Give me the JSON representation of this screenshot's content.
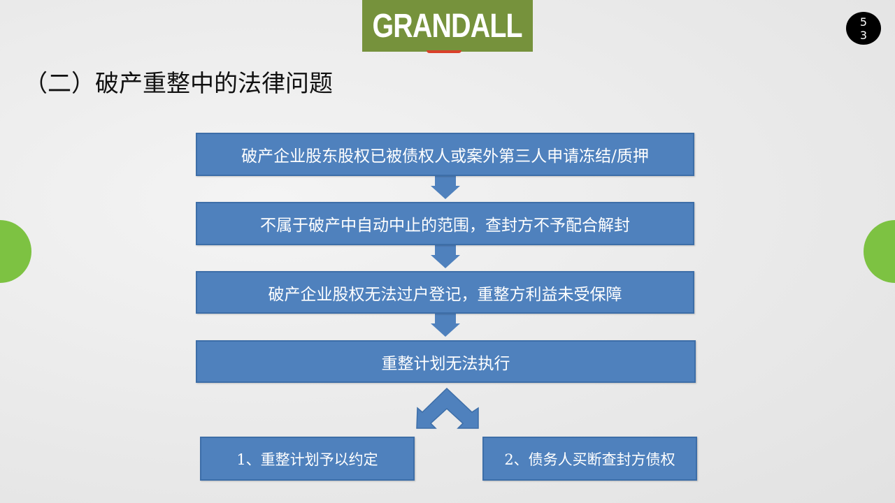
{
  "logo": "GRANDALL",
  "page_number": [
    "5",
    "3"
  ],
  "title": "（二）破产重整中的法律问题",
  "flow": [
    "破产企业股东股权已被债权人或案外第三人申请冻结/质押",
    "不属于破产中自动中止的范围，查封方不予配合解封",
    "破产企业股权无法过户登记，重整方利益未受保障",
    "重整计划无法执行"
  ],
  "options": [
    "1、重整计划予以约定",
    "2、债务人买断查封方债权"
  ],
  "colors": {
    "box": "#4f81bd",
    "logo": "#76923c",
    "side": "#7dc242"
  }
}
